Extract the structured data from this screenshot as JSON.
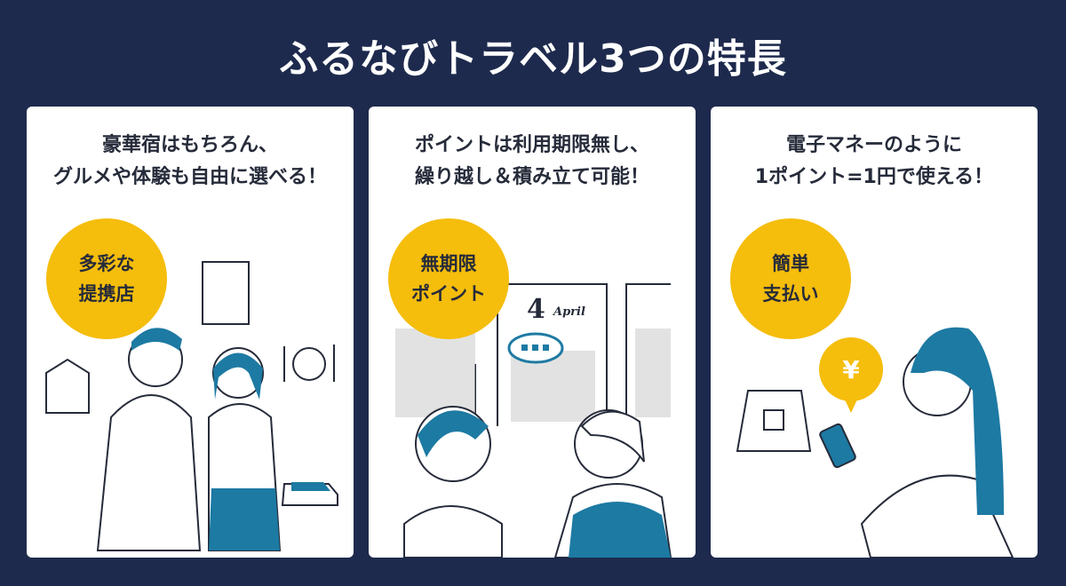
{
  "title": "ふるなびトラベル3つの特長",
  "colors": {
    "background": "#1e2a4d",
    "badge": "#f5bd0c",
    "accent": "#1d7aa3",
    "text": "#262b3a"
  },
  "features": [
    {
      "headline_lines": [
        "豪華宿はもちろん、",
        "グルメや体験も自由に選べる！"
      ],
      "badge_lines": [
        "多彩な",
        "提携店"
      ],
      "illustration": "couple-thinking-hotel-dining-car"
    },
    {
      "headline_lines": [
        "ポイントは利用期限無し、",
        "繰り越し＆積み立て可能！"
      ],
      "badge_lines": [
        "無期限",
        "ポイント"
      ],
      "illustration": "calendar-conversation",
      "calendar_day": "4",
      "calendar_month": "April"
    },
    {
      "headline_lines": [
        "電子マネーのように",
        "1ポイント=1円で使える！"
      ],
      "badge_lines": [
        "簡単",
        "支払い"
      ],
      "illustration": "smartphone-payment",
      "currency_symbol": "¥"
    }
  ]
}
